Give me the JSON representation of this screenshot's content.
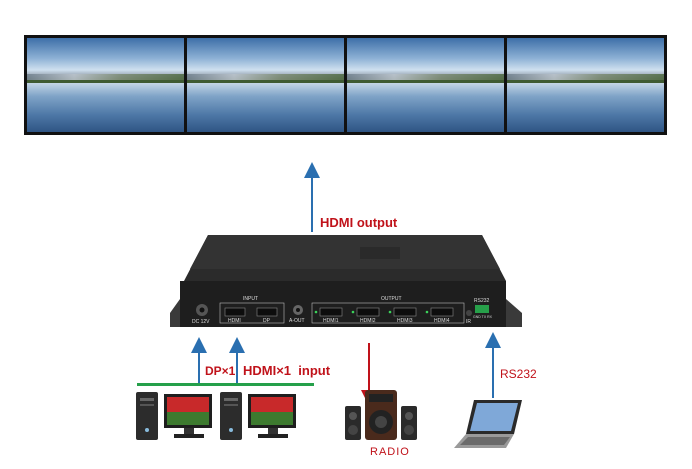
{
  "labels": {
    "hdmi_output": "HDMI output",
    "dp_input": "DP×1",
    "hdmi_input": "HDMI×1  input",
    "rs232": "RS232",
    "radio": "RADIO"
  },
  "device": {
    "input_group": "INPUT",
    "output_group": "OUTPUT",
    "dc": "DC 12V",
    "in_hdmi": "HDMI",
    "in_dp": "DP",
    "a_out": "A-OUT",
    "outputs": [
      "HDMI1",
      "HDMI2",
      "HDMI3",
      "HDMI4"
    ],
    "ir": "IR",
    "rs232_port": "RS232",
    "rs232_pins": "GND TX RX"
  },
  "colors": {
    "arrow": "#2a6fb0",
    "red_text": "#c0121a",
    "green_line": "#25a04a"
  },
  "icons": [
    "video-wall-icon",
    "desktop-pc-icon",
    "speaker-system-icon",
    "laptop-icon"
  ]
}
